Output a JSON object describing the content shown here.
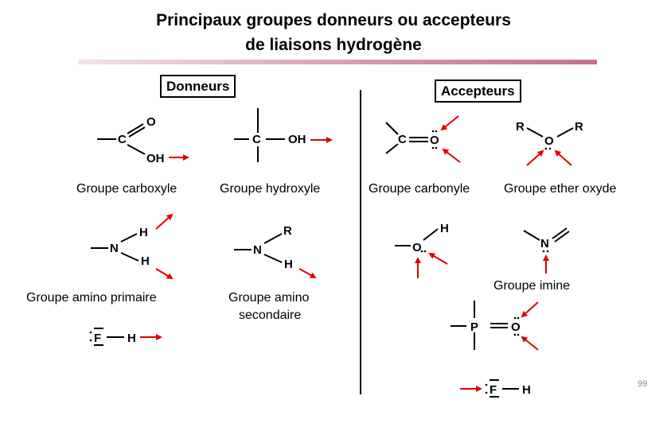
{
  "title_line1": "Principaux groupes donneurs ou accepteurs",
  "title_line2": "de liaisons hydrogène",
  "donors_header": "Donneurs",
  "acceptors_header": "Accepteurs",
  "labels": {
    "carboxyle": "Groupe carboxyle",
    "hydroxyle": "Groupe hydroxyle",
    "carbonyle": "Groupe carbonyle",
    "ether": "Groupe ether oxyde",
    "amino_primaire": "Groupe amino primaire",
    "amino_secondaire_1": "Groupe amino",
    "amino_secondaire_2": "secondaire",
    "imine": "Groupe imine"
  },
  "atoms": {
    "C": "C",
    "O": "O",
    "OH": "OH",
    "H": "H",
    "N": "N",
    "R": "R",
    "F": "F",
    "P": "P"
  },
  "page_number": "99",
  "colors": {
    "arrow": "#e00000",
    "bar": "#c7708a"
  }
}
